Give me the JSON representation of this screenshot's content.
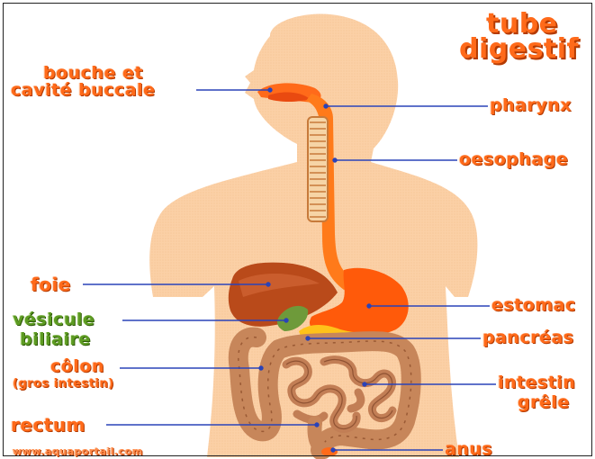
{
  "title": [
    "tube",
    "digestif"
  ],
  "labels": {
    "bouche_line1": "bouche et",
    "bouche_line2": "cavité buccale",
    "pharynx": "pharynx",
    "oesophage": "oesophage",
    "foie": "foie",
    "vesicule_line1": "vésicule",
    "vesicule_line2": "biliaire",
    "colon_line1": "côlon",
    "colon_line2": "(gros intestin)",
    "rectum": "rectum",
    "estomac": "estomac",
    "pancreas": "pancréas",
    "intestin_line1": "intestin",
    "intestin_line2": "grêle",
    "anus": "anus",
    "watermark": "www.aquaportail.com"
  },
  "colors": {
    "skin": "#fbd0a6",
    "label_orange": "#ff6a1a",
    "label_green": "#5d9b22",
    "leader_line": "#2a43b8",
    "stomach": "#ff5a0a",
    "liver": "#c04a1a",
    "intestine": "#c7865a",
    "gallbladder": "#6e9a3a",
    "pancreas": "#ffc21a"
  }
}
